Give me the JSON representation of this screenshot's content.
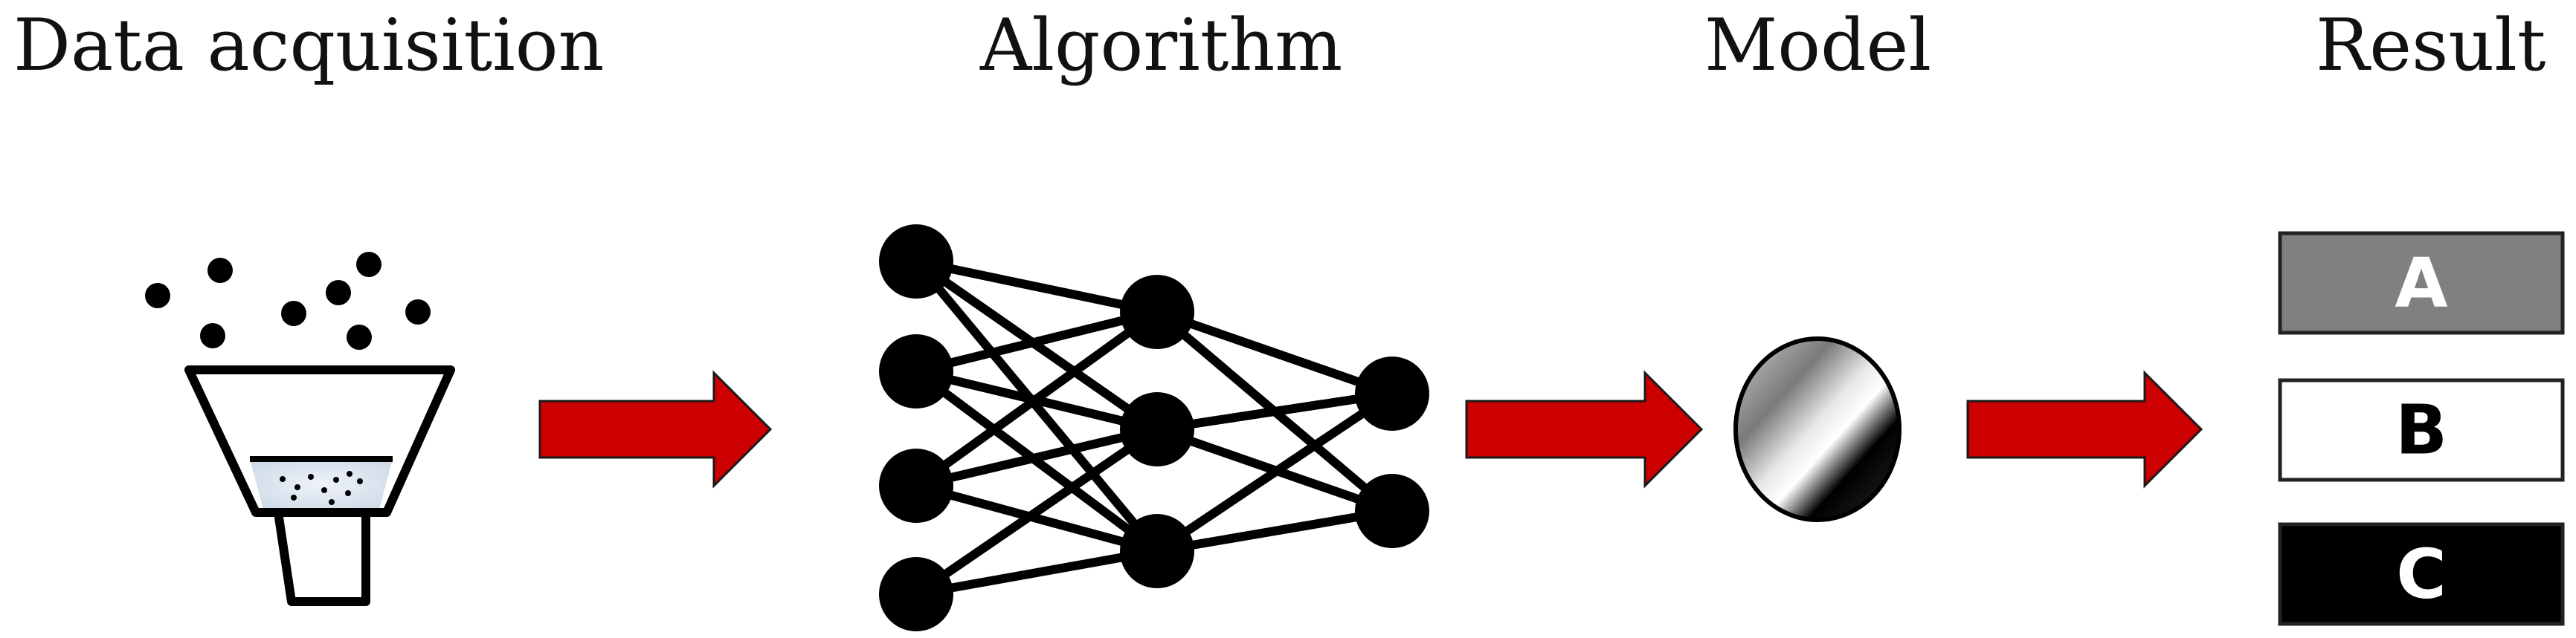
{
  "stages": {
    "data_acquisition": "Data acquisition",
    "algorithm": "Algorithm",
    "model": "Model",
    "result": "Result"
  },
  "results": [
    {
      "label": "A",
      "fill": "#808080",
      "text_color": "#ffffff"
    },
    {
      "label": "B",
      "fill": "#ffffff",
      "text_color": "#000000"
    },
    {
      "label": "C",
      "fill": "#000000",
      "text_color": "#ffffff"
    }
  ],
  "colors": {
    "arrow": "#cc0000",
    "node": "#000000",
    "filter_liquid": "#d9e3ee"
  },
  "icons": [
    "funnel-icon",
    "neural-network-icon",
    "model-disc-icon"
  ]
}
